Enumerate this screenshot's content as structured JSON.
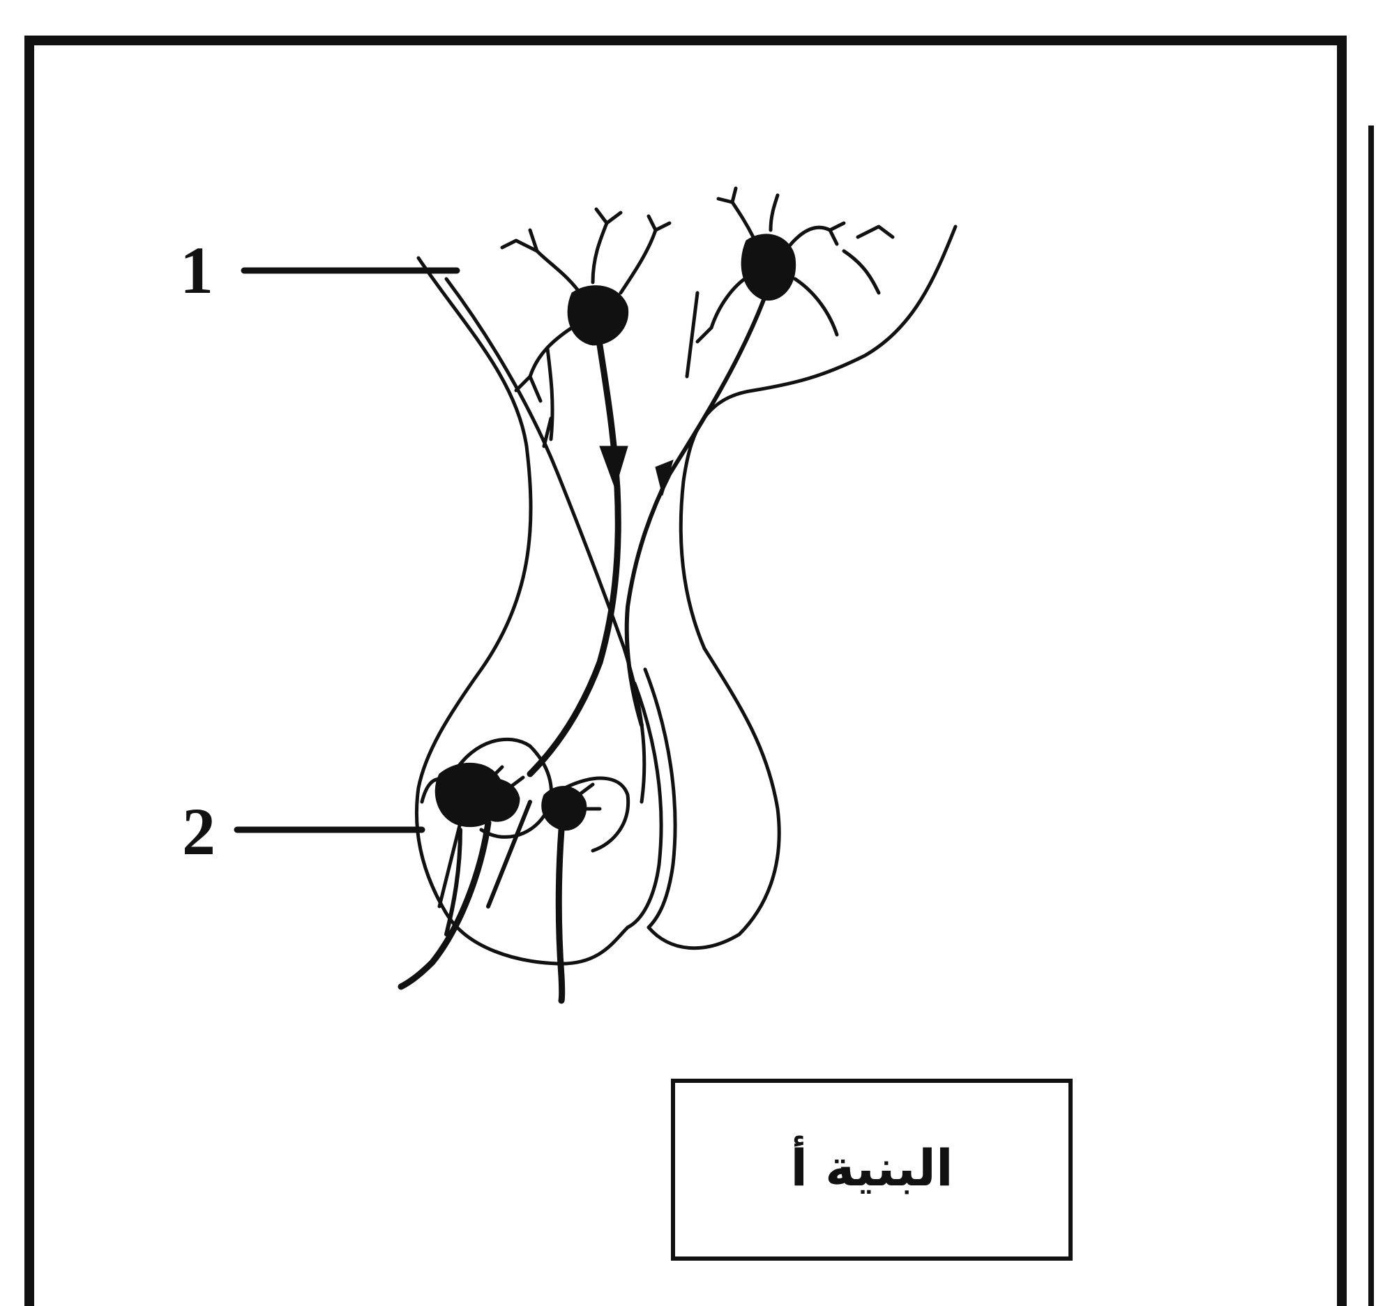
{
  "diagram": {
    "callouts": [
      {
        "id": "1",
        "label": "1"
      },
      {
        "id": "2",
        "label": "2"
      }
    ],
    "structure_label": "البنية أ"
  }
}
